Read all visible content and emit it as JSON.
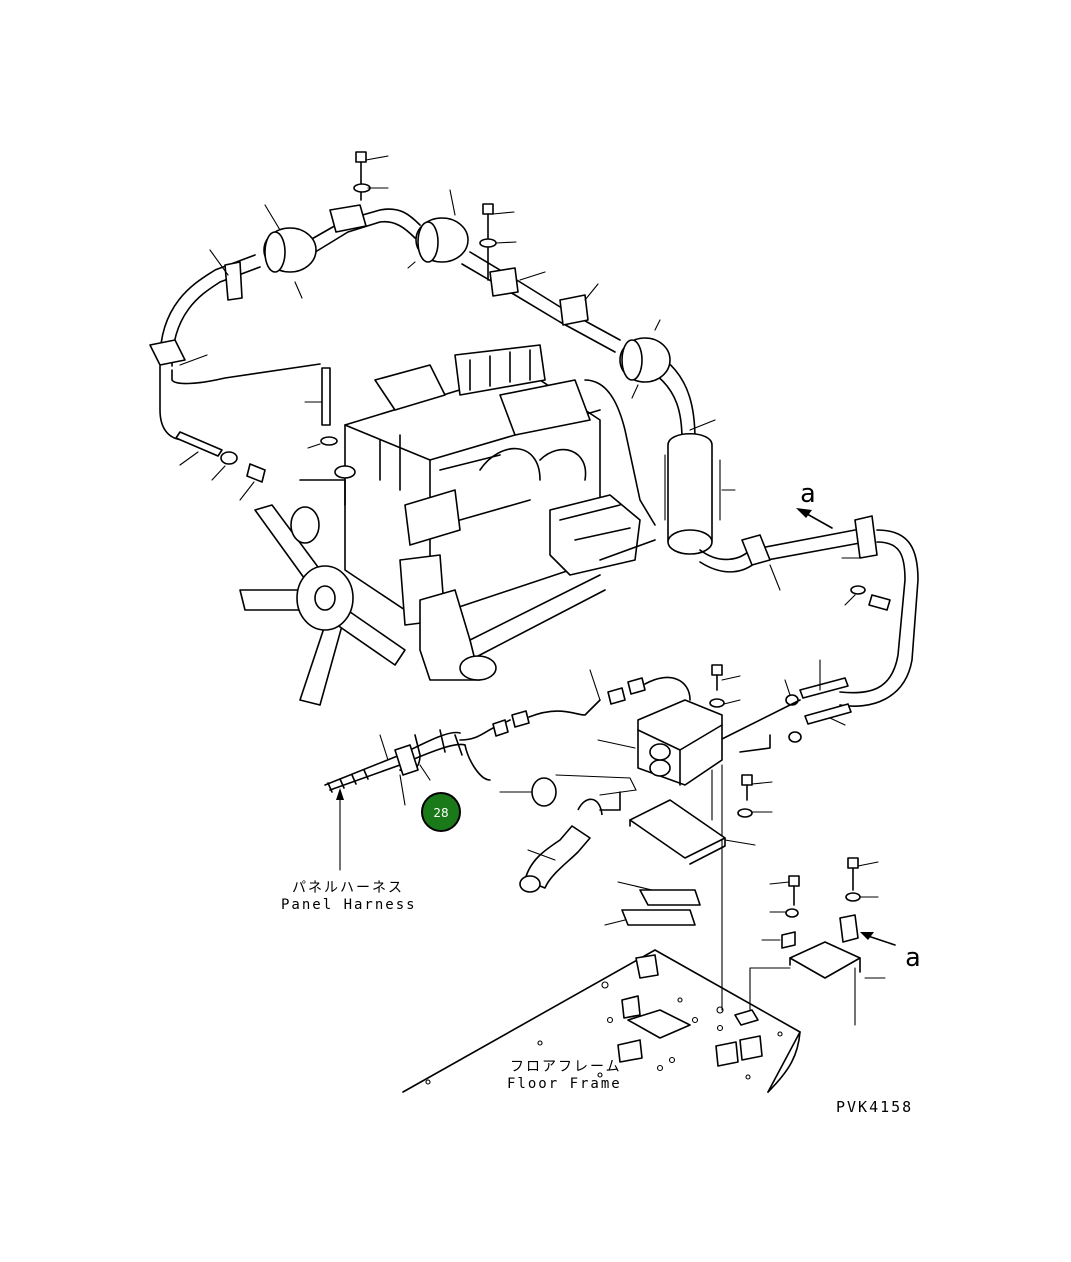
{
  "labels": {
    "panel_harness_jp": "パネルハーネス",
    "panel_harness_en": "Panel Harness",
    "floor_frame_jp": "フロアフレーム",
    "floor_frame_en": "Floor Frame",
    "view_arrow_top": "a",
    "view_arrow_bottom": "a",
    "drawing_code": "PVK4158"
  },
  "callout": {
    "number": "28",
    "fill_color": "#1a7a1a",
    "border_color": "#000000",
    "text_color": "#ffffff"
  },
  "colors": {
    "line": "#000000",
    "background": "#ffffff"
  }
}
